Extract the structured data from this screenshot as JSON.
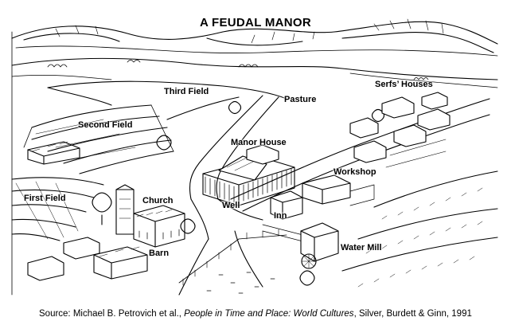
{
  "title": "A FEUDAL MANOR",
  "labels": {
    "third_field": "Third Field",
    "pasture": "Pasture",
    "serfs_houses": "Serfs’ Houses",
    "second_field": "Second Field",
    "manor_house": "Manor House",
    "workshop": "Workshop",
    "first_field": "First Field",
    "church": "Church",
    "well": "Well",
    "inn": "Inn",
    "barn": "Barn",
    "water_mill": "Water Mill"
  },
  "source": {
    "prefix": "Source: Michael B. Petrovich et al., ",
    "book_title": "People in Time and Place: World Cultures",
    "suffix": ", Silver, Burdett & Ginn, 1991"
  }
}
